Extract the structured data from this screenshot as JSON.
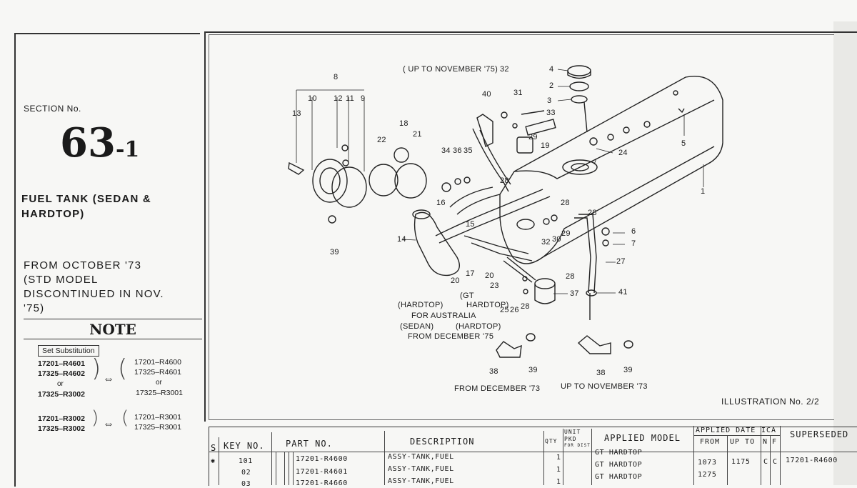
{
  "section": {
    "label": "SECTION No.",
    "number": "63",
    "suffix": "-1",
    "title_line1": "FUEL TANK (SEDAN &",
    "title_line2": "HARDTOP)",
    "from_line1": "FROM OCTOBER '73",
    "from_line2": "(STD MODEL",
    "from_line3": "DISCONTINUED IN NOV.",
    "from_line4": "'75)"
  },
  "note": {
    "heading": "NOTE",
    "set_substitution": "Set Substitution",
    "group1_left": [
      "17201–R4601",
      "17325–R4602",
      "or",
      "17325–R3002"
    ],
    "group1_right": [
      "17201–R4600",
      "17325–R4601",
      "or",
      "17325–R3001"
    ],
    "group2_left": [
      "17201–R3002",
      "17325–R3002"
    ],
    "group2_right": [
      "17201–R3001",
      "17325–R3001"
    ],
    "arrow": "⇔"
  },
  "illustration": {
    "up_to_nov75": "( UP TO NOVEMBER '75)",
    "hardtop_aus": "(HARDTOP)",
    "gt_hardtop_a": "(GT",
    "gt_hardtop_b": "HARDTOP)",
    "for_australia": "FOR AUSTRALIA",
    "sedan": "(SEDAN)",
    "hardtop2": "(HARDTOP)",
    "from_dec75": "FROM DECEMBER '75",
    "from_dec73": "FROM  DECEMBER '73",
    "up_to_nov73": "UP  TO  NOVEMBER '73",
    "illustration_no": "ILLUSTRATION No. 2/2",
    "callouts": [
      "1",
      "2",
      "3",
      "4",
      "5",
      "6",
      "7",
      "8",
      "9",
      "10",
      "11",
      "12",
      "13",
      "14",
      "15",
      "16",
      "17",
      "18",
      "19",
      "20",
      "21",
      "22",
      "23",
      "24",
      "25",
      "26",
      "27",
      "28",
      "29",
      "30",
      "31",
      "32",
      "33",
      "34",
      "35",
      "36",
      "37",
      "38",
      "39",
      "40",
      "41"
    ]
  },
  "table": {
    "headers": {
      "s": "S",
      "key_no": "KEY NO.",
      "part_no": "PART  NO.",
      "description": "DESCRIPTION",
      "qty": "QTY",
      "unit_pkd": "UNIT PKD",
      "for_dist": "FOR DIST",
      "applied_model": "APPLIED MODEL",
      "applied_date": "APPLIED DATE",
      "from": "FROM",
      "up_to": "UP TO",
      "ica": "ICA",
      "n": "N",
      "f": "F",
      "superseded": "SUPERSEDED"
    },
    "rows": [
      {
        "mark": "✱",
        "key": "101",
        "part": "17201-R4600",
        "desc": "ASSY-TANK,FUEL",
        "qty": "1",
        "model": "GT HARDTOP",
        "from": "",
        "upto": "",
        "n": "",
        "f": "",
        "superseded": ""
      },
      {
        "mark": "",
        "key": "02",
        "part": "17201-R4601",
        "desc": "ASSY-TANK,FUEL",
        "qty": "1",
        "model": "GT HARDTOP",
        "from": "1073",
        "upto": "1175",
        "n": "C",
        "f": "C",
        "superseded": "17201-R4600"
      },
      {
        "mark": "",
        "key": "03",
        "part": "17201-R4660",
        "desc": "ASSY-TANK,FUEL",
        "qty": "1",
        "model": "GT HARDTOP",
        "from": "1275",
        "upto": "",
        "n": "",
        "f": "",
        "superseded": ""
      }
    ]
  }
}
